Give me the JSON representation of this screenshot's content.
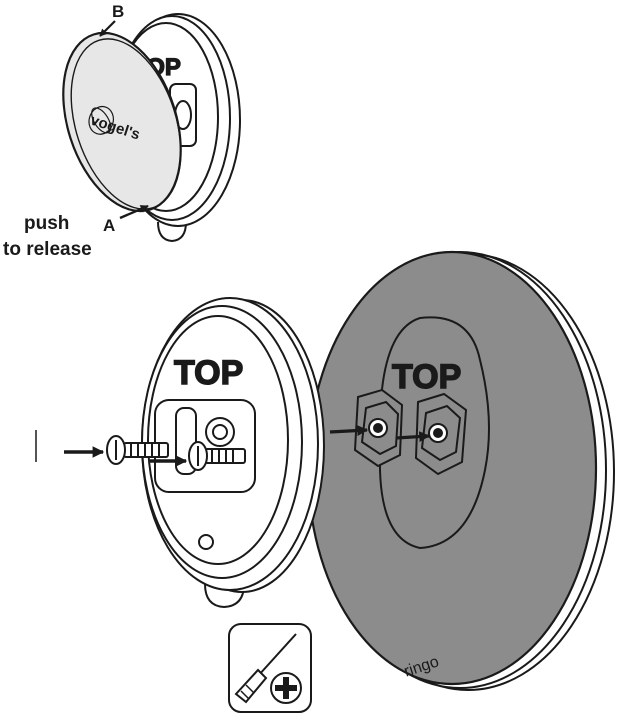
{
  "labels": {
    "b": "B",
    "a": "A",
    "push_line1": "push",
    "push_line2": "to release",
    "top_small": "TOP",
    "top_mount": "TOP",
    "top_plate": "TOP",
    "brand": "vogel's",
    "plate_brand": "ringo"
  },
  "icons": {
    "tool": "screwdriver-icon",
    "plus": "plus-icon"
  },
  "colors": {
    "stroke": "#1a1a1a",
    "plate_fill": "#8c8c8c",
    "cap_fill": "#e7e7e7",
    "white": "#ffffff"
  }
}
